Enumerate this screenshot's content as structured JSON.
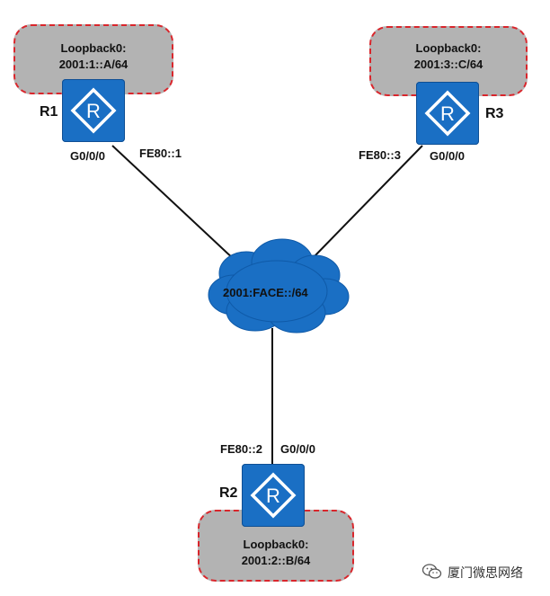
{
  "routers": {
    "r1": {
      "name": "R1",
      "loopback_title": "Loopback0:",
      "loopback_addr": "2001:1::A/64",
      "interface": "G0/0/0",
      "link_local": "FE80::1"
    },
    "r2": {
      "name": "R2",
      "loopback_title": "Loopback0:",
      "loopback_addr": "2001:2::B/64",
      "interface": "G0/0/0",
      "link_local": "FE80::2"
    },
    "r3": {
      "name": "R3",
      "loopback_title": "Loopback0:",
      "loopback_addr": "2001:3::C/64",
      "interface": "G0/0/0",
      "link_local": "FE80::3"
    }
  },
  "network": {
    "label": "2001:FACE::/64"
  },
  "watermark": {
    "text": "厦门微思网络",
    "icon": "wechat-icon"
  },
  "colors": {
    "router": "#1a6fc4",
    "cloud": "#1a6fc4",
    "loopback_fill": "#b3b3b3",
    "loopback_border": "#d9262c"
  }
}
